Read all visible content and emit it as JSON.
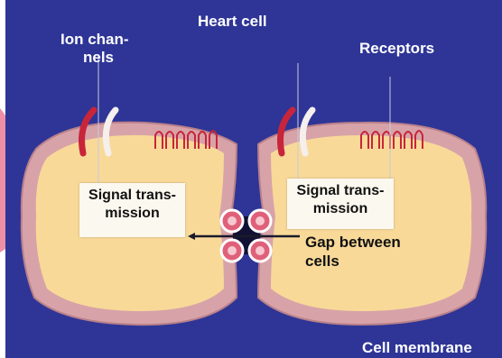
{
  "labels": {
    "heart_cell": "Heart cell",
    "ion_channels_line1": "Ion chan-",
    "ion_channels_line2": "nels",
    "receptors": "Receptors",
    "cell_membrane": "Cell membrane",
    "gap_line1": "Gap between",
    "gap_line2": "cells"
  },
  "left_box": {
    "line1": "Signal trans-",
    "line2": "mission"
  },
  "right_box": {
    "line1": "Signal trans-",
    "line2": "mission"
  },
  "colors": {
    "background": "#2e3596",
    "membrane": "#d7a3a8",
    "cytoplasm": "#f8d998",
    "channel_red": "#c8253a",
    "channel_white": "#f5f0ee",
    "gap_junction": "#e0607a"
  }
}
